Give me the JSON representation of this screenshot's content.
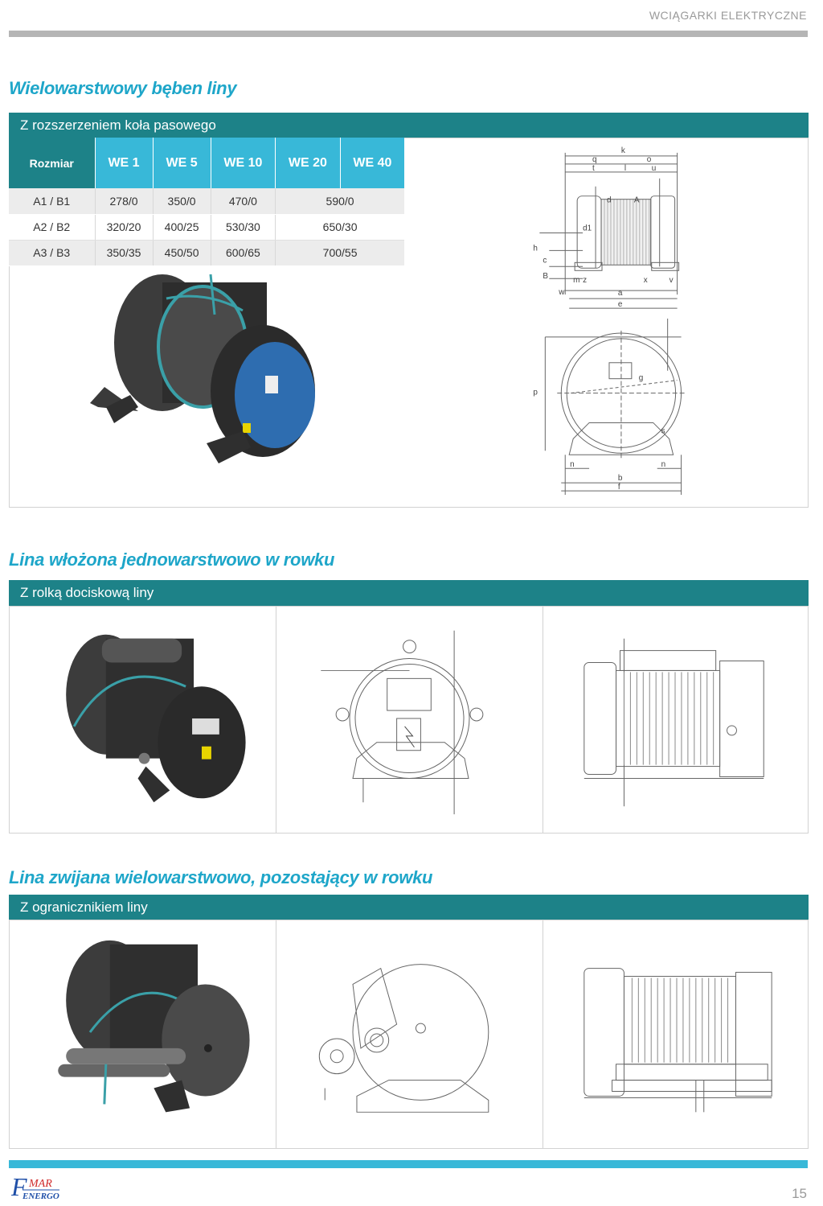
{
  "header": {
    "category": "WCIĄGARKI ELEKTRYCZNE"
  },
  "section1": {
    "title": "Wielowarstwowy bęben liny",
    "subtitle": "Z rozszerzeniem koła pasowego",
    "table": {
      "header_label": "Rozmiar",
      "columns": [
        "WE 1",
        "WE 5",
        "WE 10",
        "WE 20",
        "WE 40"
      ],
      "rows": [
        {
          "label": "A1 / B1",
          "values": [
            "278/0",
            "350/0",
            "470/0",
            "590/0"
          ]
        },
        {
          "label": "A2 / B2",
          "values": [
            "320/20",
            "400/25",
            "530/30",
            "650/30"
          ]
        },
        {
          "label": "A3 / B3",
          "values": [
            "350/35",
            "450/50",
            "600/65",
            "700/55"
          ]
        }
      ]
    },
    "dimension_labels": [
      "k",
      "q",
      "o",
      "t",
      "l",
      "u",
      "d",
      "A",
      "d1",
      "h",
      "c",
      "B",
      "w",
      "m",
      "z",
      "x",
      "v",
      "a",
      "e",
      "p",
      "g",
      "s",
      "n",
      "n",
      "b",
      "f"
    ]
  },
  "section2": {
    "title": "Lina włożona jednowarstwowo w rowku",
    "subtitle": "Z rolką dociskową liny"
  },
  "section3": {
    "title": "Lina zwijana wielowarstwowo, pozostający w rowku",
    "subtitle": "Z ogranicznikiem liny"
  },
  "footer": {
    "page_number": "15",
    "logo_text_top": "MAR",
    "logo_text_bottom": "ENERGO",
    "logo_letter": "F"
  },
  "colors": {
    "teal": "#1d8288",
    "light_blue": "#38b8d8",
    "title_blue": "#1ea6c9",
    "grey_bar": "#b5b5b5",
    "drum_blue": "#2e6db0"
  }
}
